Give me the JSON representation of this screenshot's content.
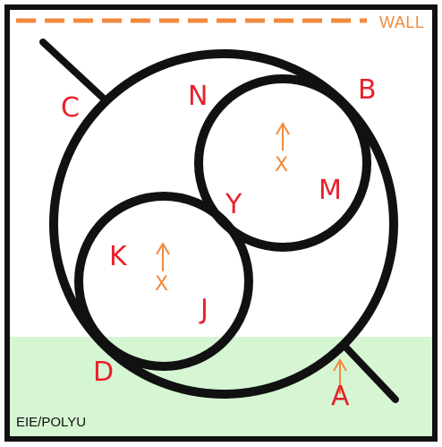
{
  "wall": {
    "label": "WALL"
  },
  "credit": "EIE/POLYU",
  "labels": {
    "A": "A",
    "B": "B",
    "C": "C",
    "D": "D",
    "J": "J",
    "K": "K",
    "M": "M",
    "N": "N",
    "Y": "Y"
  },
  "centre_mark": "X",
  "colors": {
    "frame": "#111111",
    "wall_dash": "#f08a3c",
    "floor_zone": "#d6f5d3",
    "labels": "#e8212c",
    "arrows": "#f08a3c"
  }
}
